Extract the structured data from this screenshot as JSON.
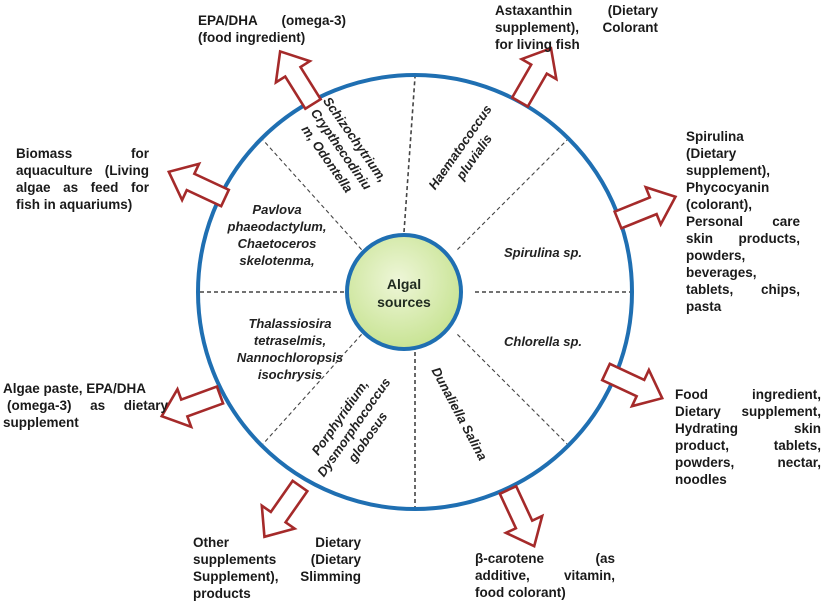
{
  "diagram": {
    "center_label_lines": [
      "Algal",
      "sources"
    ],
    "colors": {
      "outer_circle": "#1f6fb2",
      "center_fill": "#d4e9a8",
      "arrow": "#a52a2a",
      "divider": "#444444",
      "text": "#1a1a1a"
    },
    "segments": [
      {
        "id": "top-left",
        "lines": [
          "Schizochytrium,",
          "Crypthecodiniu",
          "m, Odontella"
        ]
      },
      {
        "id": "top-right",
        "lines": [
          "Haematococcus",
          "pluvialis"
        ]
      },
      {
        "id": "right-upper",
        "lines": [
          "Spirulina sp."
        ]
      },
      {
        "id": "right-lower",
        "lines": [
          "Chlorella sp."
        ]
      },
      {
        "id": "bottom-right",
        "lines": [
          "Dunaliella Salina"
        ]
      },
      {
        "id": "bottom-left",
        "lines": [
          "Porphyridium,",
          "Dysmorphococcus",
          "globosus"
        ]
      },
      {
        "id": "left-lower",
        "lines": [
          "Thalassiosira",
          "tetraselmis,",
          "Nannochloropsis",
          "isochrysis"
        ]
      },
      {
        "id": "left-upper",
        "lines": [
          "Pavlova",
          "phaeodactylum,",
          "Chaetoceros",
          "skelotenma,"
        ]
      }
    ],
    "applications": [
      {
        "id": "top-left",
        "lines": [
          "EPA/DHA (omega-3)",
          "(food ingredient)"
        ]
      },
      {
        "id": "top-right",
        "lines": [
          "Astaxanthin (Dietary",
          "supplement), Colorant",
          "for living fish"
        ]
      },
      {
        "id": "left-upper",
        "lines": [
          "Biomass for",
          "aquaculture (Living",
          "algae as feed for",
          "fish in aquariums)"
        ]
      },
      {
        "id": "right-upper",
        "lines": [
          "Spirulina",
          "(Dietary",
          "supplement),",
          "Phycocyanin",
          "(colorant),",
          "Personal care",
          "skin products,",
          "powders,",
          "beverages,",
          "tablets, chips,",
          "pasta"
        ]
      },
      {
        "id": "left-lower",
        "lines": [
          "Algae paste, EPA/DHA",
          "(omega-3) as dietary",
          "supplement"
        ]
      },
      {
        "id": "right-lower",
        "lines": [
          "Food ingredient,",
          "Dietary supplement,",
          "Hydrating skin",
          "product, tablets,",
          "powders, nectar,",
          "noodles"
        ]
      },
      {
        "id": "bottom-left",
        "lines": [
          "Other Dietary",
          "supplements (Dietary",
          "Supplement), Slimming",
          "products"
        ]
      },
      {
        "id": "bottom-right",
        "lines": [
          "β-carotene (as",
          "additive, vitamin,",
          "food colorant)"
        ]
      }
    ]
  }
}
